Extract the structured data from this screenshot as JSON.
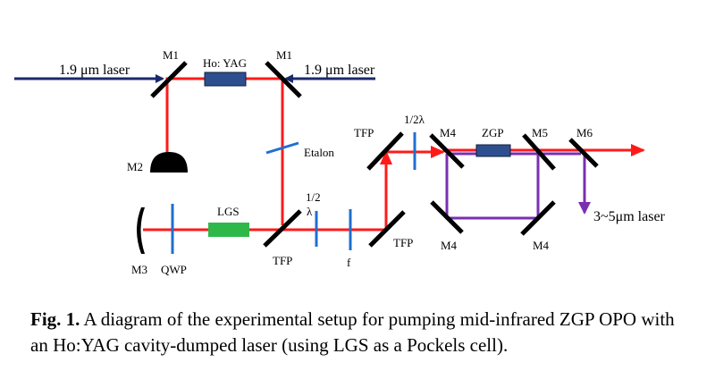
{
  "diagram": {
    "labels": {
      "m1_left": "M1",
      "m1_right": "M1",
      "laser_in_left": "1.9 μm laser",
      "laser_in_right": "1.9 μm laser",
      "hoyag": "Ho: YAG",
      "m2": "M2",
      "etalon": "Etalon",
      "lgs": "LGS",
      "half_wave_top": "1/2",
      "half_wave_bottom": "λ",
      "m3": "M3",
      "qwp": "QWP",
      "tfp_cavity": "TFP",
      "f": "f",
      "tfp_lower": "TFP",
      "tfp_upper": "TFP",
      "half_wave_upper": "1/2λ",
      "m4_top": "M4",
      "zgp": "ZGP",
      "m5": "M5",
      "m6": "M6",
      "m4_lower_left": "M4",
      "m4_lower_right": "M4",
      "output": "3~5μm laser"
    },
    "colors": {
      "pump_beam": "#1a2a6b",
      "laser_beam": "#ff1a1a",
      "opo_beam": "#7a2fb0",
      "waveplate": "#1f6fd0",
      "hoyag_crystal": "#2e4f8f",
      "lgs_crystal": "#2fb84a",
      "zgp_crystal": "#2e4f8f",
      "output_arrow": "#7a2fb0",
      "mirror": "#000000"
    }
  },
  "caption": {
    "fig": "Fig. 1.",
    "text": " A diagram of the experimental setup for pumping mid-infrared ZGP OPO with an Ho:YAG cavity-dumped laser (using LGS as a Pockels cell)."
  }
}
